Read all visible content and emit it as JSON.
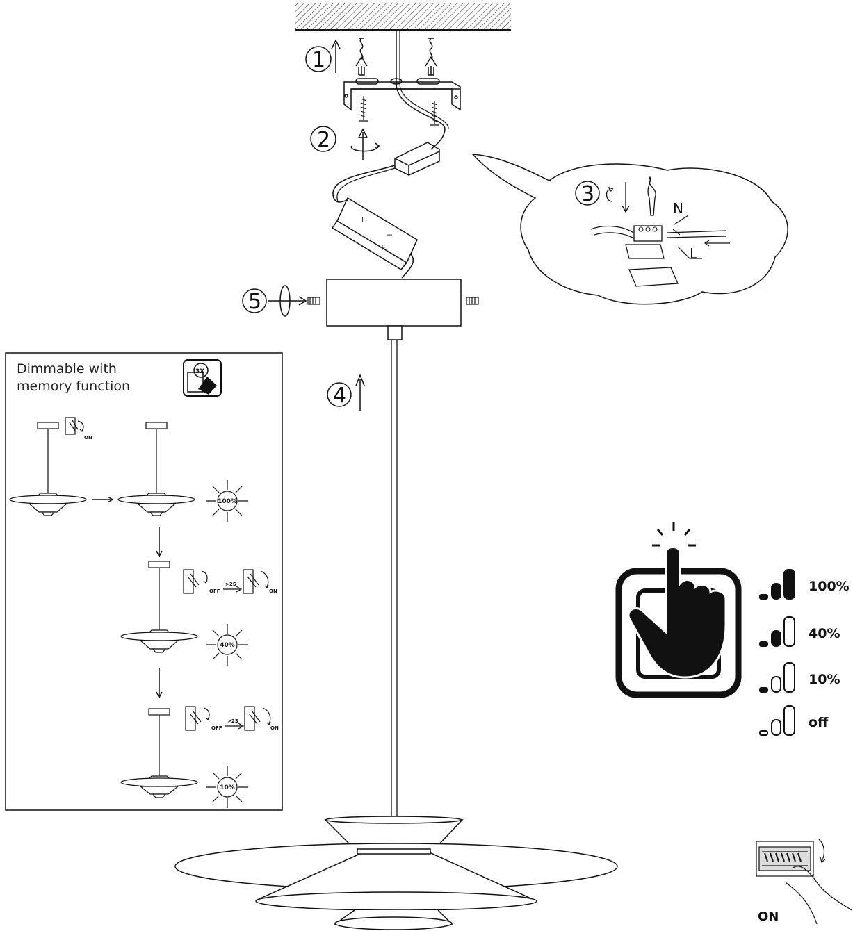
{
  "steps": {
    "s1": "1",
    "s2": "2",
    "s3": "3",
    "s4": "4",
    "s5": "5"
  },
  "wires": {
    "n": "N",
    "l": "L"
  },
  "panel": {
    "title_line1": "Dimmable with",
    "title_line2": "memory function",
    "icon_label": "3X",
    "switch_on": "ON",
    "switch_off": "OFF",
    "delay": ">2S",
    "levels": [
      "100%",
      "40%",
      "10%"
    ]
  },
  "dimmer": {
    "levels": [
      {
        "label": "100%",
        "filled": 3
      },
      {
        "label": "40%",
        "filled": 2
      },
      {
        "label": "10%",
        "filled": 1
      },
      {
        "label": "off",
        "filled": 0
      }
    ]
  },
  "terminal": {
    "label": "ON"
  },
  "colors": {
    "line": "#111111",
    "background": "#ffffff"
  }
}
